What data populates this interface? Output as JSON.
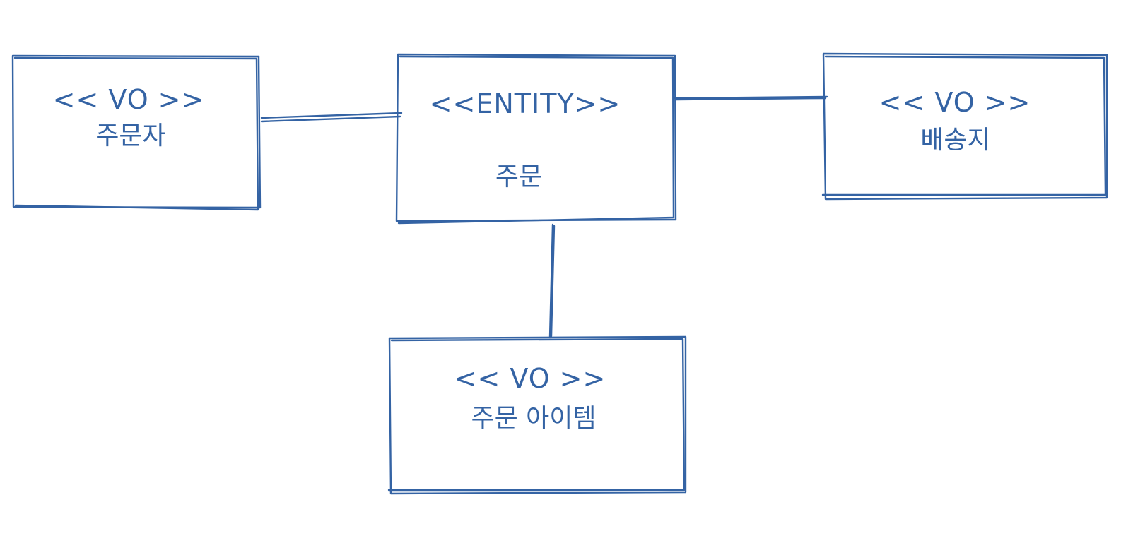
{
  "colors": {
    "ink": "#3463a4",
    "background": "#ffffff"
  },
  "nodes": {
    "orderer": {
      "stereotype": "<< VO >>",
      "name": "주문자"
    },
    "order": {
      "stereotype": "<<ENTITY>>",
      "name": "주문"
    },
    "shipping": {
      "stereotype": "<< VO >>",
      "name": "배송지"
    },
    "order_item": {
      "stereotype": "<< VO >>",
      "name": "주문 아이템"
    }
  }
}
